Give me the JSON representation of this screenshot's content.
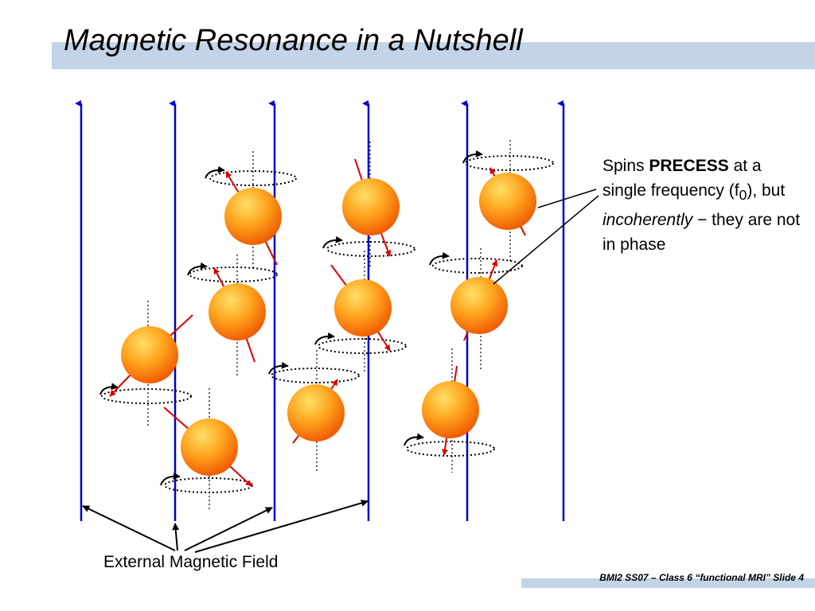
{
  "slide": {
    "title": "Magnetic Resonance in a Nutshell",
    "footer": "BMI2 SS07 – Class 6 “functional MRI” Slide 4"
  },
  "callout": {
    "t1": "Spins ",
    "t2": "PRECESS",
    "t3": " at a single frequency (f",
    "t4": "0",
    "t5": "), but ",
    "t6": "incoherently",
    "t7": " − they are not in phase"
  },
  "field_label": "External Magnetic Field",
  "colors": {
    "title_band": "#c3d3e8",
    "field_lines": "#0000cc",
    "spin_axis": "#dd0000",
    "sphere_light": "#ffe066",
    "sphere_dark": "#f05a00"
  }
}
